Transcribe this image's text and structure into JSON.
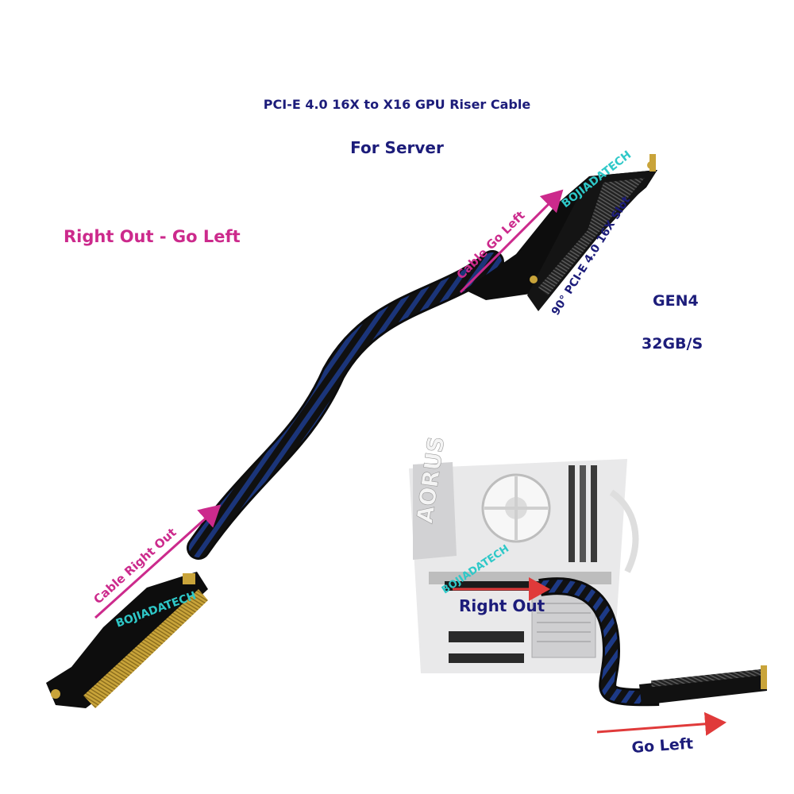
{
  "header": {
    "title": "PCI-E 4.0 16X to X16 GPU Riser Cable",
    "subtitle": "For Server"
  },
  "mode_label": "Right Out - Go Left",
  "specs": {
    "generation": "GEN4",
    "speed": "32GB/S"
  },
  "top_connector": {
    "arrow_label": "Cable Go Left",
    "slot_label": "90° PCI-E 4.0 16X Slot",
    "brand": "BOJIADATECH"
  },
  "bottom_connector": {
    "arrow_label": "Cable Right Out",
    "brand": "BOJIADATECH"
  },
  "inset": {
    "brand": "BOJIADATECH",
    "label_right_out": "Right Out",
    "label_go_left": "Go Left",
    "board_logo": "AORUS"
  },
  "colors": {
    "navy": "#1c1c7a",
    "magenta": "#cc2a8c",
    "cyan": "#2ec8c8",
    "red_arrow": "#e03a3a"
  }
}
